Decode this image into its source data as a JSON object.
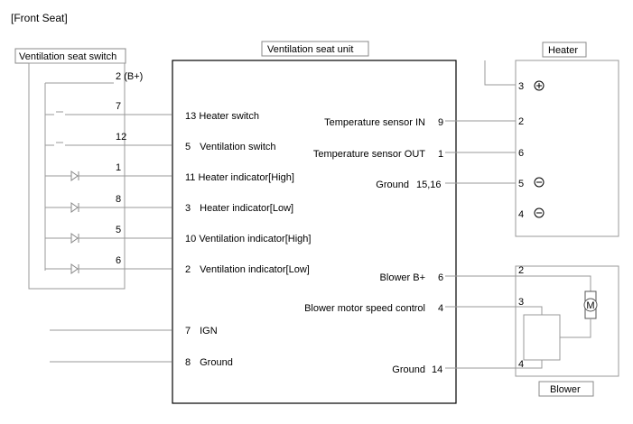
{
  "page_title": "[Front Seat]",
  "blocks": {
    "switch": {
      "title": "Ventilation seat switch",
      "pins": [
        {
          "id": "2",
          "extra": "(B+)"
        },
        {
          "id": "7"
        },
        {
          "id": "12"
        },
        {
          "id": "1"
        },
        {
          "id": "8"
        },
        {
          "id": "5"
        },
        {
          "id": "6"
        }
      ]
    },
    "unit": {
      "title": "Ventilation seat unit",
      "left_pins": [
        {
          "num": "13",
          "label": "Heater switch"
        },
        {
          "num": "5",
          "label": "Ventilation switch"
        },
        {
          "num": "11",
          "label": "Heater indicator[High]"
        },
        {
          "num": "3",
          "label": "Heater indicator[Low]"
        },
        {
          "num": "10",
          "label": "Ventilation indicator[High]"
        },
        {
          "num": "2",
          "label": "Ventilation indicator[Low]"
        },
        {
          "num": "7",
          "label": "IGN"
        },
        {
          "num": "8",
          "label": "Ground"
        }
      ],
      "right_pins": [
        {
          "label": "Temperature sensor IN",
          "num": "9"
        },
        {
          "label": "Temperature sensor OUT",
          "num": "1"
        },
        {
          "label": "Ground",
          "num": "15,16"
        },
        {
          "label": "Blower B+",
          "num": "6"
        },
        {
          "label": "Blower motor speed control",
          "num": "4"
        },
        {
          "label": "Ground",
          "num": "14"
        }
      ]
    },
    "heater": {
      "title": "Heater",
      "pins": [
        "3",
        "2",
        "6",
        "5",
        "4"
      ]
    },
    "blower": {
      "title": "Blower",
      "pins": [
        "2",
        "3",
        "4"
      ],
      "motor_label": "M"
    }
  },
  "colors": {
    "line": "#555555",
    "text": "#000000",
    "box": "#777777"
  }
}
